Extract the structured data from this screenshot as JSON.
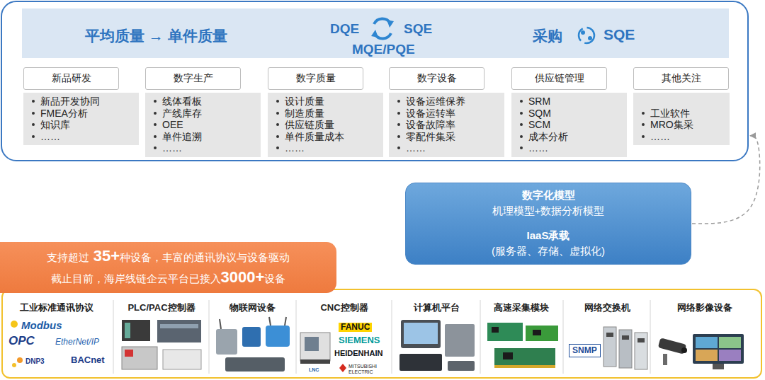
{
  "diagram": {
    "nodes": [
      {
        "text": [
          "平均质量 → 单件质量",
          "DQE",
          "SQE",
          "MQE/PQE",
          "采购",
          "SQE"
        ]
      },
      {
        "text": [
          "新品研发"
        ],
        "in": 0
      },
      {
        "text": [
          "新品开发协同",
          "FMEA分析",
          "知识库",
          "……"
        ],
        "in": 0
      },
      {
        "text": [
          "数字生产"
        ],
        "in": 0
      },
      {
        "text": [
          "线体看板",
          "产线库存",
          "OEE",
          "单件追溯",
          "……"
        ],
        "in": 0
      },
      {
        "text": [
          "数字质量"
        ],
        "in": 0
      },
      {
        "text": [
          "设计质量",
          "制造质量",
          "供应链质量",
          "单件质量成本",
          "……"
        ],
        "in": 0
      },
      {
        "text": [
          "数字设备"
        ],
        "in": 0
      },
      {
        "text": [
          "设备运维保养",
          "设备运转率",
          "设备故障率",
          "零配件集采",
          "……"
        ],
        "in": 0
      },
      {
        "text": [
          "供应链管理"
        ],
        "in": 0
      },
      {
        "text": [
          "SRM",
          "SQM",
          "SCM",
          "成本分析",
          "……"
        ],
        "in": 0
      },
      {
        "text": [
          "其他关注"
        ],
        "in": 0
      },
      {
        "text": [
          "工业软件",
          "MRO集采",
          "……"
        ],
        "in": 0
      },
      {
        "text": [
          "数字化模型",
          "机理模型+数据分析模型",
          "IaaS承载",
          "(服务器、存储、虚拟化)"
        ]
      },
      {
        "text": [
          "支持超过",
          "35+",
          "种设备，丰富的通讯协议与设备驱动",
          "截止目前，海岸线链企云平台已接入",
          "3000+",
          "设备"
        ]
      },
      {
        "text": [
          "工业标准通讯协议",
          "PLC/PAC控制器",
          "物联网设备",
          "CNC控制器",
          "计算机平台",
          "高速采集模块",
          "网络交换机",
          "网络影像设备"
        ]
      }
    ],
    "edges": [
      {
        "from": 13,
        "to": 0,
        "arrow": "to"
      }
    ],
    "labels": [
      "Modbus",
      "OPC",
      "EtherNet/IP",
      "DNP3",
      "BACnet",
      "FANUC",
      "SIEMENS",
      "HEIDENHAIN",
      "LNC",
      "MITSUBISHI ELECTRIC",
      "SNMP"
    ]
  }
}
